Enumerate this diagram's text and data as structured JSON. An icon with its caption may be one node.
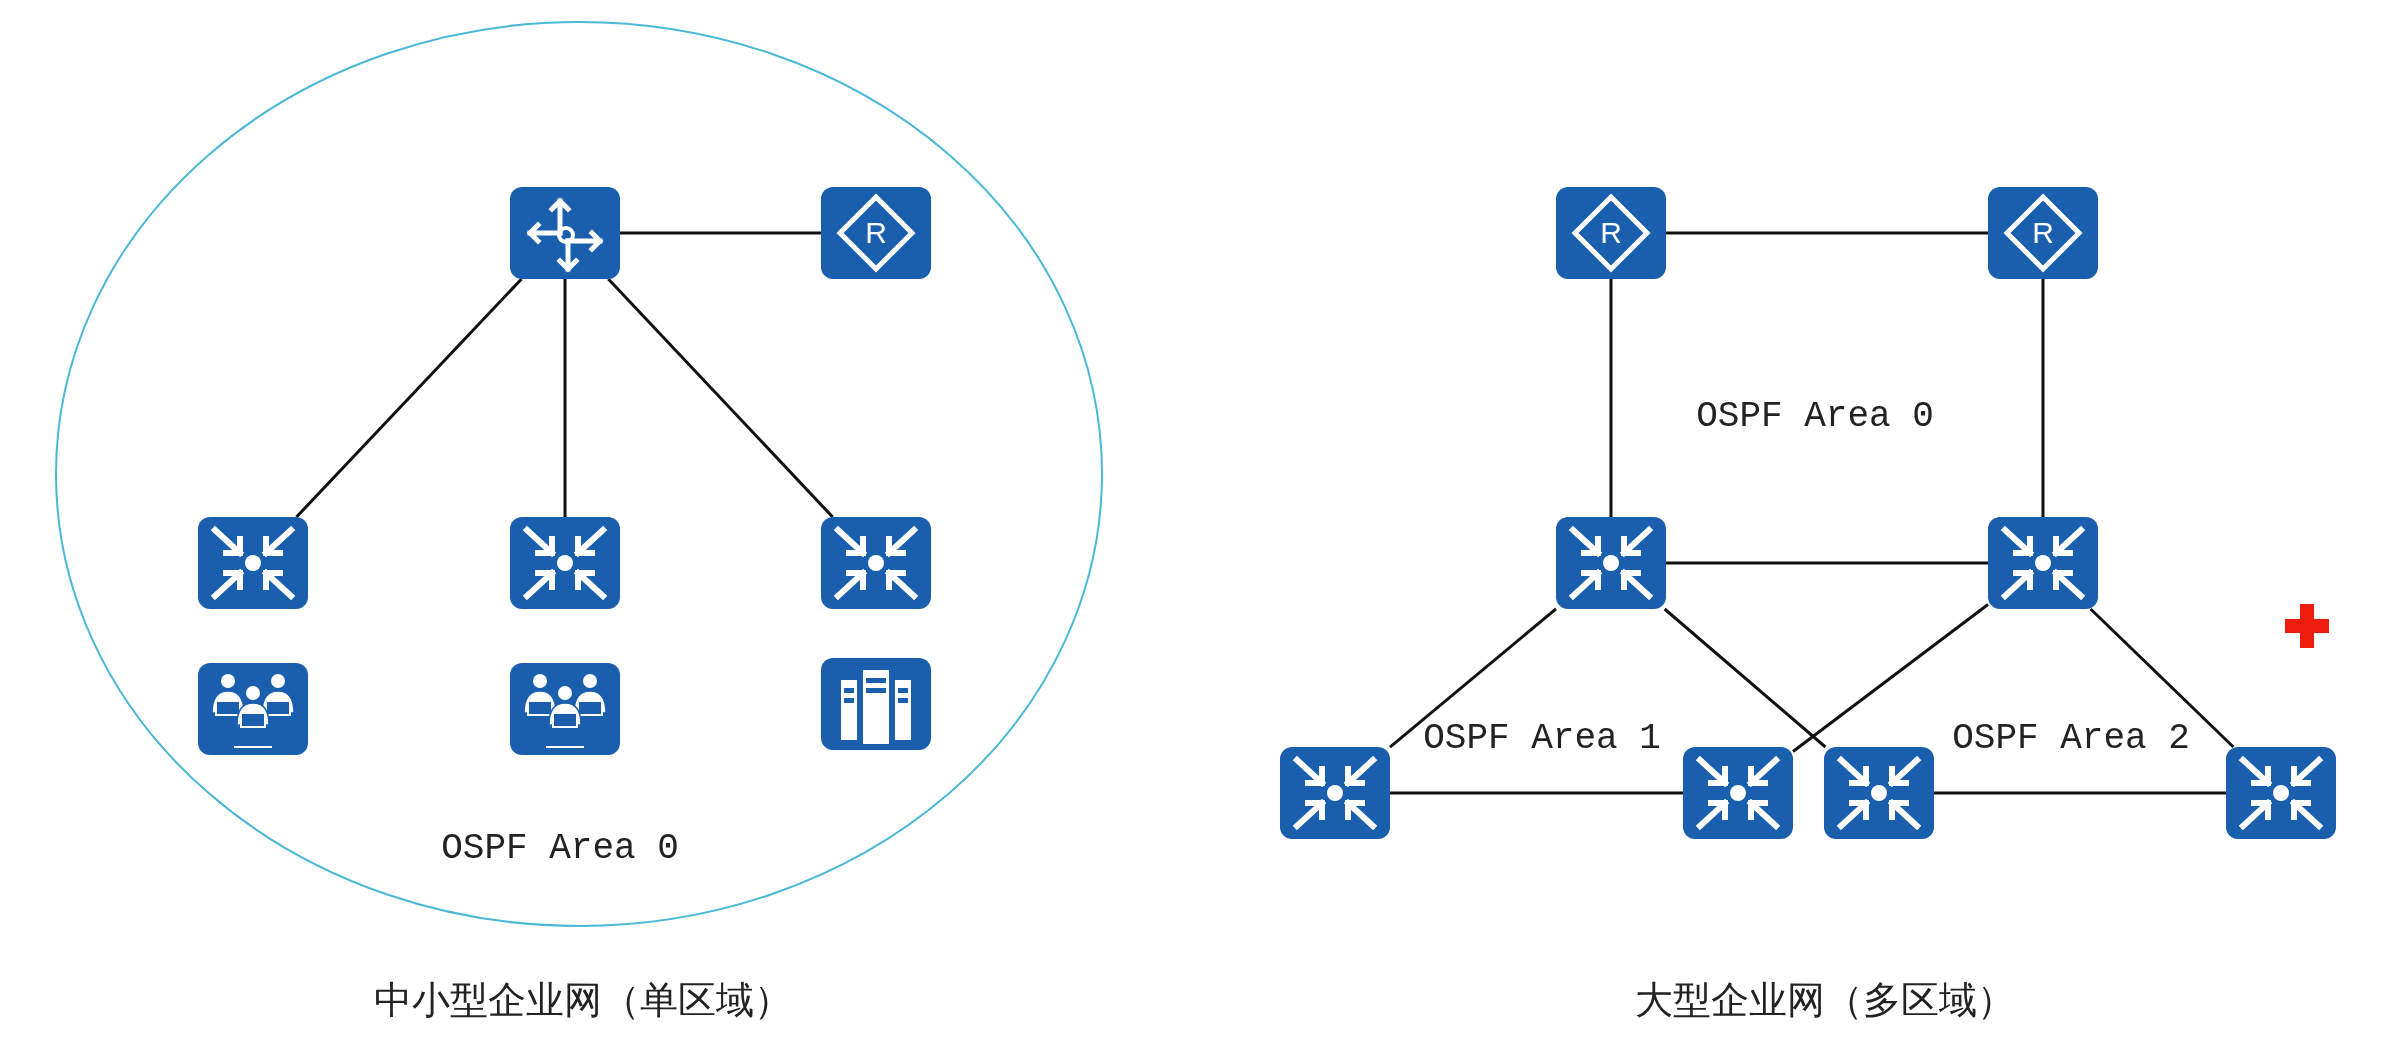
{
  "diagram": {
    "nodes": [
      {
        "text": [
          "OSPF Area 0"
        ]
      },
      {
        "text": [],
        "shape": "picture",
        "in": 0
      },
      {
        "text": [
          "R"
        ],
        "in": 0
      },
      {
        "text": [],
        "shape": "picture",
        "in": 0
      },
      {
        "text": [],
        "shape": "picture",
        "in": 0
      },
      {
        "text": [],
        "shape": "picture",
        "in": 0
      },
      {
        "text": [],
        "shape": "picture",
        "in": 0
      },
      {
        "text": [],
        "shape": "picture",
        "in": 0
      },
      {
        "text": [],
        "shape": "picture",
        "in": 0
      },
      {
        "text": [
          "R"
        ]
      },
      {
        "text": [
          "R"
        ]
      },
      {
        "text": [],
        "shape": "picture"
      },
      {
        "text": [],
        "shape": "picture"
      },
      {
        "text": [],
        "shape": "picture"
      },
      {
        "text": [],
        "shape": "picture"
      },
      {
        "text": [],
        "shape": "picture"
      },
      {
        "text": [],
        "shape": "picture"
      }
    ],
    "edges": [
      {
        "from": 1,
        "to": 2,
        "arrow": "none"
      },
      {
        "from": 1,
        "to": 3,
        "arrow": "none"
      },
      {
        "from": 1,
        "to": 4,
        "arrow": "none"
      },
      {
        "from": 1,
        "to": 5,
        "arrow": "none"
      },
      {
        "from": 9,
        "to": 10,
        "arrow": "none"
      },
      {
        "from": 9,
        "to": 11,
        "arrow": "none"
      },
      {
        "from": 10,
        "to": 12,
        "arrow": "none"
      },
      {
        "from": 11,
        "to": 12,
        "arrow": "none"
      },
      {
        "from": 11,
        "to": 13,
        "arrow": "none"
      },
      {
        "from": 11,
        "to": 15,
        "arrow": "none"
      },
      {
        "from": 12,
        "to": 14,
        "arrow": "none"
      },
      {
        "from": 12,
        "to": 16,
        "arrow": "none"
      },
      {
        "from": 13,
        "to": 14,
        "arrow": "none"
      },
      {
        "from": 15,
        "to": 16,
        "arrow": "none"
      }
    ],
    "labels": [
      "OSPF Area 0",
      "OSPF Area 1",
      "OSPF Area 2",
      "中小型企业网（单区域）",
      "大型企业网（多区域）"
    ]
  }
}
